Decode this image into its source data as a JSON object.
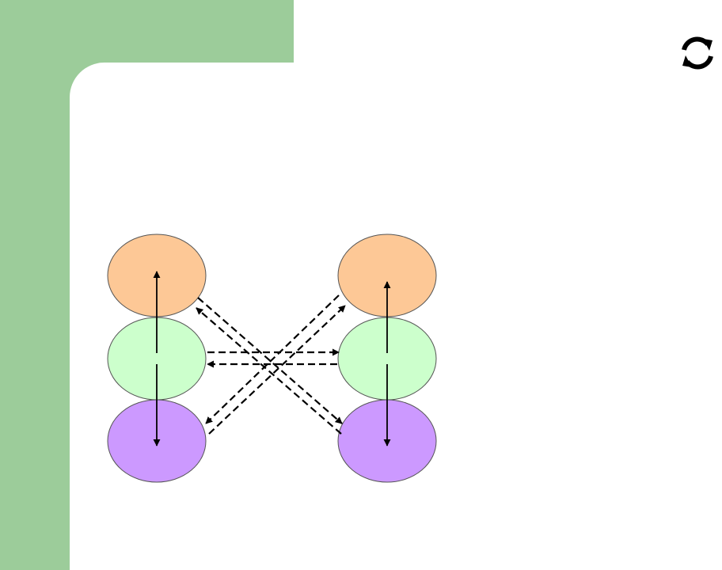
{
  "theme": {
    "band_color": "#9ccc9a",
    "panel_color": "#ffffff"
  },
  "toolbar": {
    "refresh_icon": "refresh-icon"
  },
  "diagram": {
    "node_stroke": "#555555",
    "arrow_color": "#000000",
    "columns": [
      {
        "name": "left",
        "nodes": [
          {
            "role": "top",
            "fill": "#fdc896"
          },
          {
            "role": "middle",
            "fill": "#ccffcc"
          },
          {
            "role": "bottom",
            "fill": "#cc99ff"
          }
        ]
      },
      {
        "name": "right",
        "nodes": [
          {
            "role": "top",
            "fill": "#fdc896"
          },
          {
            "role": "middle",
            "fill": "#ccffcc"
          },
          {
            "role": "bottom",
            "fill": "#cc99ff"
          }
        ]
      }
    ],
    "connections": [
      {
        "from": "left-middle",
        "to": "left-top",
        "style": "solid"
      },
      {
        "from": "left-middle",
        "to": "left-bottom",
        "style": "solid"
      },
      {
        "from": "right-middle",
        "to": "right-top",
        "style": "solid"
      },
      {
        "from": "right-middle",
        "to": "right-bottom",
        "style": "solid"
      },
      {
        "from": "left-middle",
        "to": "right-middle",
        "style": "dashed"
      },
      {
        "from": "right-middle",
        "to": "left-middle",
        "style": "dashed"
      },
      {
        "from": "left-top",
        "to": "right-bottom",
        "style": "dashed"
      },
      {
        "from": "right-bottom",
        "to": "left-top",
        "style": "dashed"
      },
      {
        "from": "right-top",
        "to": "left-bottom",
        "style": "dashed"
      },
      {
        "from": "left-bottom",
        "to": "right-top",
        "style": "dashed"
      }
    ]
  }
}
